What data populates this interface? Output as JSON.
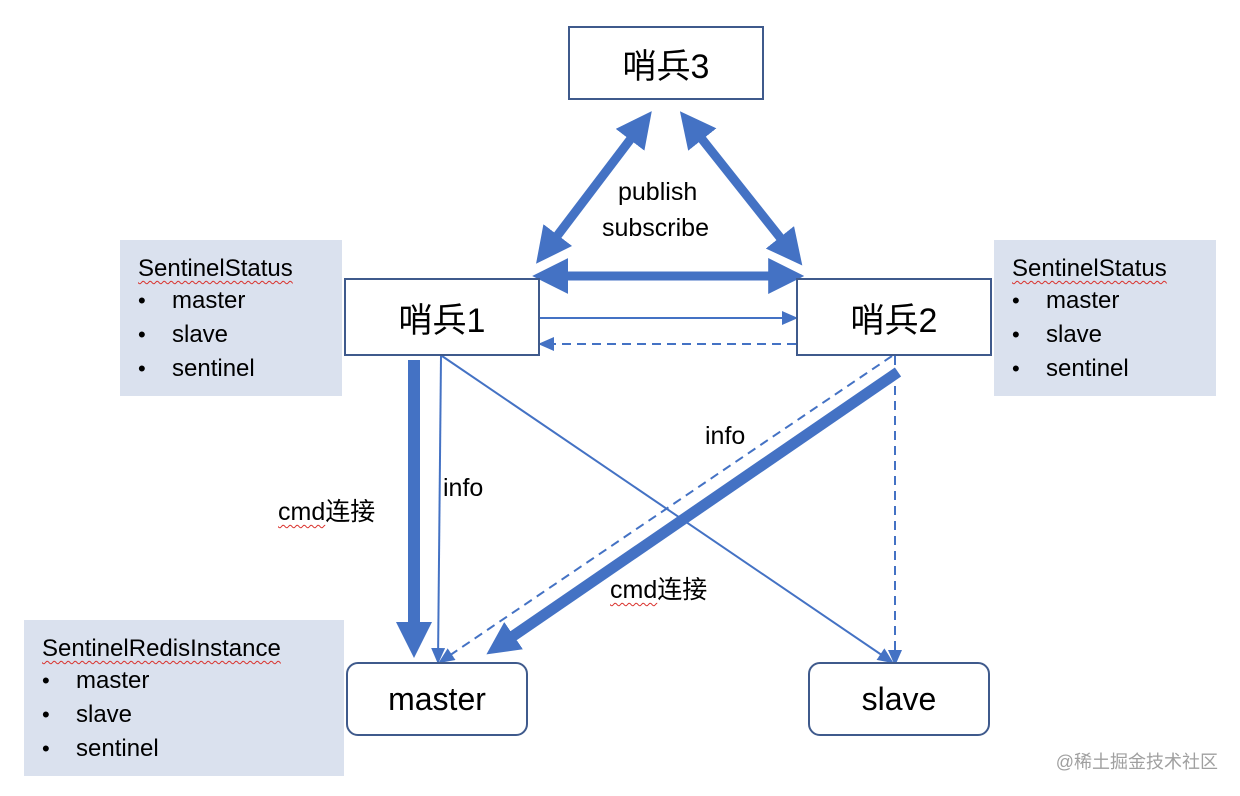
{
  "colors": {
    "arrow": "#4472c4",
    "node_border": "#3f5a8c",
    "panel_bg": "#dae1ee"
  },
  "nodes": {
    "sentinel3": "哨兵3",
    "sentinel1": "哨兵1",
    "sentinel2": "哨兵2",
    "master": "master",
    "slave": "slave"
  },
  "panels": {
    "left_status": {
      "title": "SentinelStatus",
      "items": [
        "master",
        "slave",
        "sentinel"
      ]
    },
    "right_status": {
      "title": "SentinelStatus",
      "items": [
        "master",
        "slave",
        "sentinel"
      ]
    },
    "redis_instance": {
      "title": "SentinelRedisInstance",
      "items": [
        "master",
        "slave",
        "sentinel"
      ]
    }
  },
  "labels": {
    "publish": "publish",
    "subscribe": "subscribe",
    "cmd_left_latin": "cmd",
    "cmd_left_cn": "连接",
    "info_left": "info",
    "info_right": "info",
    "cmd_right_latin": "cmd",
    "cmd_right_cn": "连接"
  },
  "watermark": "@稀土掘金技术社区"
}
